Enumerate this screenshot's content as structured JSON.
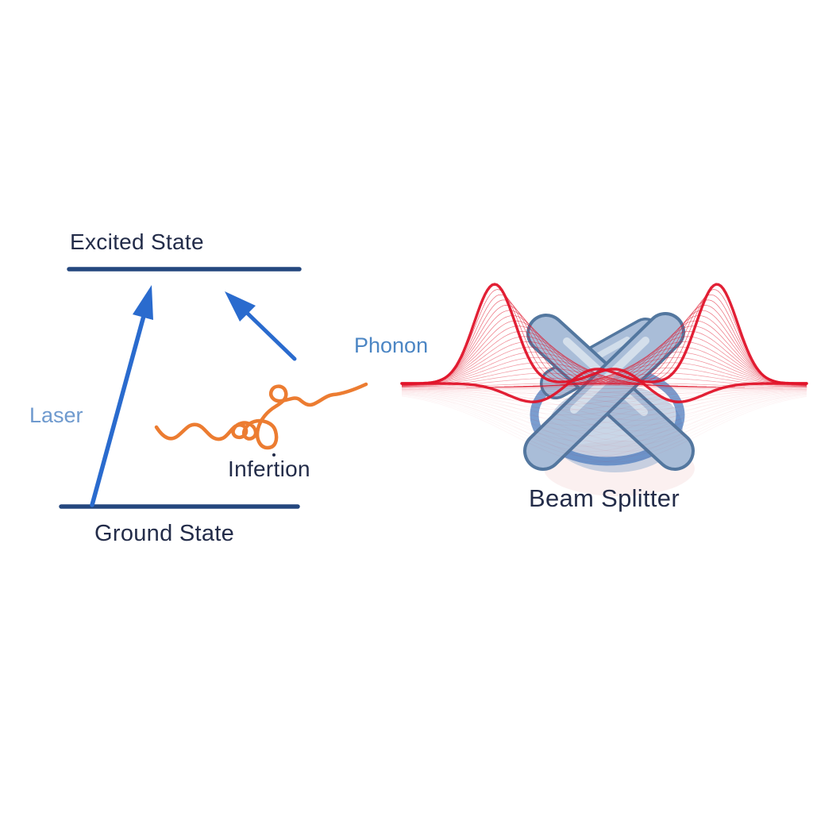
{
  "energy_diagram": {
    "excited_state_label": "Excited State",
    "ground_state_label": "Ground State",
    "laser_label": "Laser",
    "phonon_label": "Phonon",
    "interaction_label": "Infertion"
  },
  "beam_splitter": {
    "label": "Beam Splitter"
  },
  "colors": {
    "state_text": "#232c49",
    "level_line": "#24477e",
    "laser_arrow": "#2a6bce",
    "laser_label_text": "#6f9ace",
    "phonon_label_text": "#4c86c4",
    "phonon_wave": "#ec7c31",
    "wave_packet_red": "#e0142a",
    "bar_fill": "#a9bdd8",
    "bar_outline": "#53779f",
    "bar_highlight": "#d9e3ee",
    "ring_blue": "#4d7ec0",
    "sphere_blue": "#9db5d3",
    "faint_pink": "#efb9bc"
  }
}
